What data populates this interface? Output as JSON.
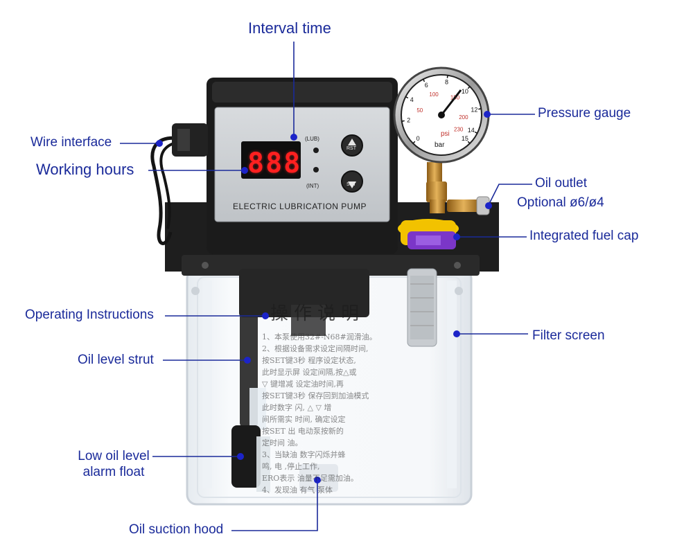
{
  "annotations": {
    "interval_time": "Interval time",
    "wire_interface": "Wire interface",
    "working_hours": "Working hours",
    "pressure_gauge": "Pressure gauge",
    "oil_outlet": "Oil outlet",
    "oil_outlet_optional": "Optional ø6/ø4",
    "integrated_fuel_cap": "Integrated fuel cap",
    "operating_instructions": "Operating Instructions",
    "filter_screen": "Filter screen",
    "oil_level_strut": "Oil level strut",
    "low_oil_alarm_line1": "Low oil level",
    "low_oil_alarm_line2": "alarm float",
    "oil_suction_hood": "Oil suction hood"
  },
  "pump": {
    "panel_name": "ELECTRIC LUBRICATION PUMP",
    "display_value": "888",
    "lub_label": "(LUB)",
    "int_label": "(INT)",
    "rst_label": "RST",
    "set_label": "SET"
  },
  "gauge": {
    "bar_ticks": [
      "0",
      "2",
      "4",
      "6",
      "8",
      "10",
      "12",
      "14",
      "15"
    ],
    "psi_ticks": [
      "50",
      "100",
      "150",
      "200",
      "230"
    ],
    "unit_psi": "psi",
    "unit_bar": "bar"
  },
  "instructions": {
    "title": "操作说明",
    "lines": [
      "1、本泵使用32#-N68#润滑油。",
      "2、根据设备需求设定间隔时间,",
      "按SET键3秒 程序设定状态,",
      "此时显示屏 设定间隔,按△或",
      "▽ 键增减 设定油时间,再",
      "按SET键3秒 保存回到加油模式",
      "此时数字 闪, △ ▽ 增",
      "间所需实 时间, 确定设定",
      "按SET 出 电动泵按新的",
      "定时间 油。",
      "3、当缺油 数字闪烁并蜂",
      "鸣, 电 ,停止工作,",
      "ERO表示 油量不足需加油。",
      "4、发现油 有气 泵体"
    ]
  },
  "colors": {
    "label": "#1a2a9a",
    "leader_line": "#1a2a9a",
    "dot": "#1c24c8",
    "display_red": "#ff2020",
    "cap_yellow": "#f5c800",
    "cap_purple": "#7b36c8",
    "brass": "#c8902a"
  }
}
